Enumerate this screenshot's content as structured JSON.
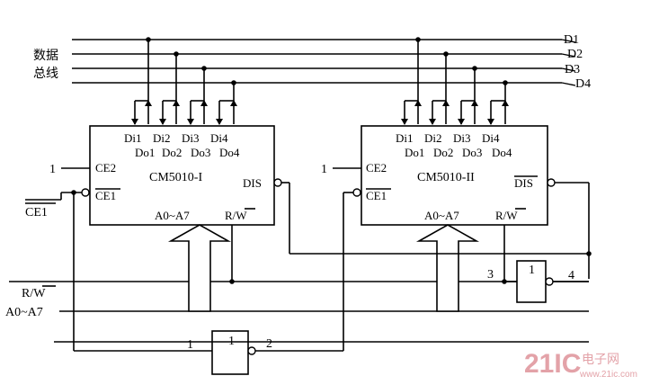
{
  "bus": {
    "title_line1": "数据",
    "title_line2": "总线",
    "lines": [
      "D1",
      "D2",
      "D3",
      "D4"
    ]
  },
  "chip1": {
    "name": "CM5010-I",
    "in_pins": [
      "Di1",
      "Di2",
      "Di3",
      "Di4"
    ],
    "out_pins": [
      "Do1",
      "Do2",
      "Do3",
      "Do4"
    ],
    "ce2": "CE2",
    "ce1": "CE1",
    "dis": "DIS",
    "addr": "A0~A7",
    "rw": "R/W"
  },
  "chip2": {
    "name": "CM5010-II",
    "in_pins": [
      "Di1",
      "Di2",
      "Di3",
      "Di4"
    ],
    "out_pins": [
      "Do1",
      "Do2",
      "Do3",
      "Do4"
    ],
    "ce2": "CE2",
    "ce1": "CE1",
    "dis": "DIS",
    "addr": "A0~A7",
    "rw": "R/W"
  },
  "signals": {
    "ce2_level_1": "1",
    "ce2_level_2": "1",
    "ce1_ext": "CE1",
    "rw": "R/W",
    "addr": "A0~A7"
  },
  "gates": {
    "lower": {
      "symbol": "1",
      "in_label": "1",
      "out_label": "2"
    },
    "right": {
      "symbol": "1",
      "in_label": "3",
      "out_label": "4"
    }
  },
  "watermark": {
    "brand": "21IC",
    "cn": "电子网",
    "url": "www.21ic.com"
  }
}
